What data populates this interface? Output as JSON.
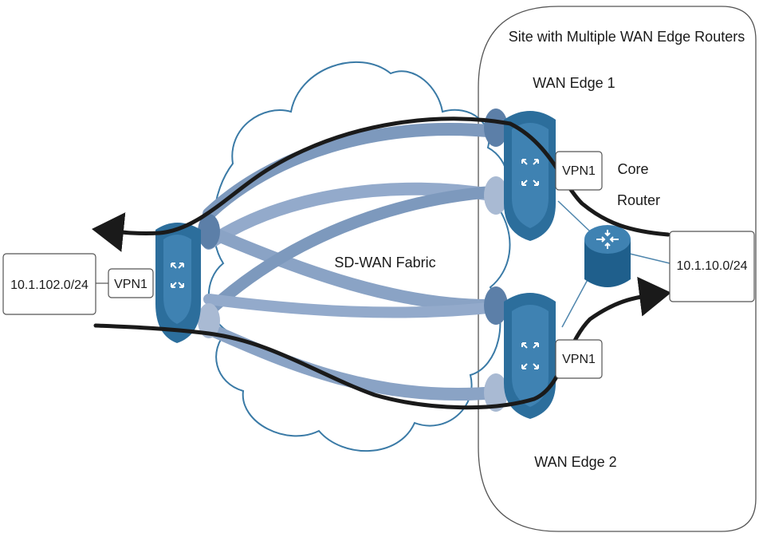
{
  "site": {
    "title": "Site with Multiple WAN Edge Routers"
  },
  "routers": {
    "wan_edge_1": {
      "label": "WAN Edge 1",
      "vpn": "VPN1"
    },
    "wan_edge_2": {
      "label": "WAN Edge 2",
      "vpn": "VPN1"
    },
    "remote_edge": {
      "vpn": "VPN1"
    },
    "core_router": {
      "label_line1": "Core",
      "label_line2": "Router"
    }
  },
  "fabric": {
    "label": "SD-WAN Fabric"
  },
  "subnets": {
    "local": "10.1.10.0/24",
    "remote": "10.1.102.0/24"
  },
  "colors": {
    "router_fill": "#2c6e9c",
    "router_dark": "#1f4f73",
    "tunnel": "#7d99bd",
    "tunnel_light": "#a9bad3",
    "flow_path": "#1a1a1a",
    "cloud_outline": "#3a7aa6",
    "connector_line": "#4f86ad"
  },
  "icons": {
    "router_icon": "shield-router-icon",
    "core_icon": "cylinder-router-icon"
  }
}
